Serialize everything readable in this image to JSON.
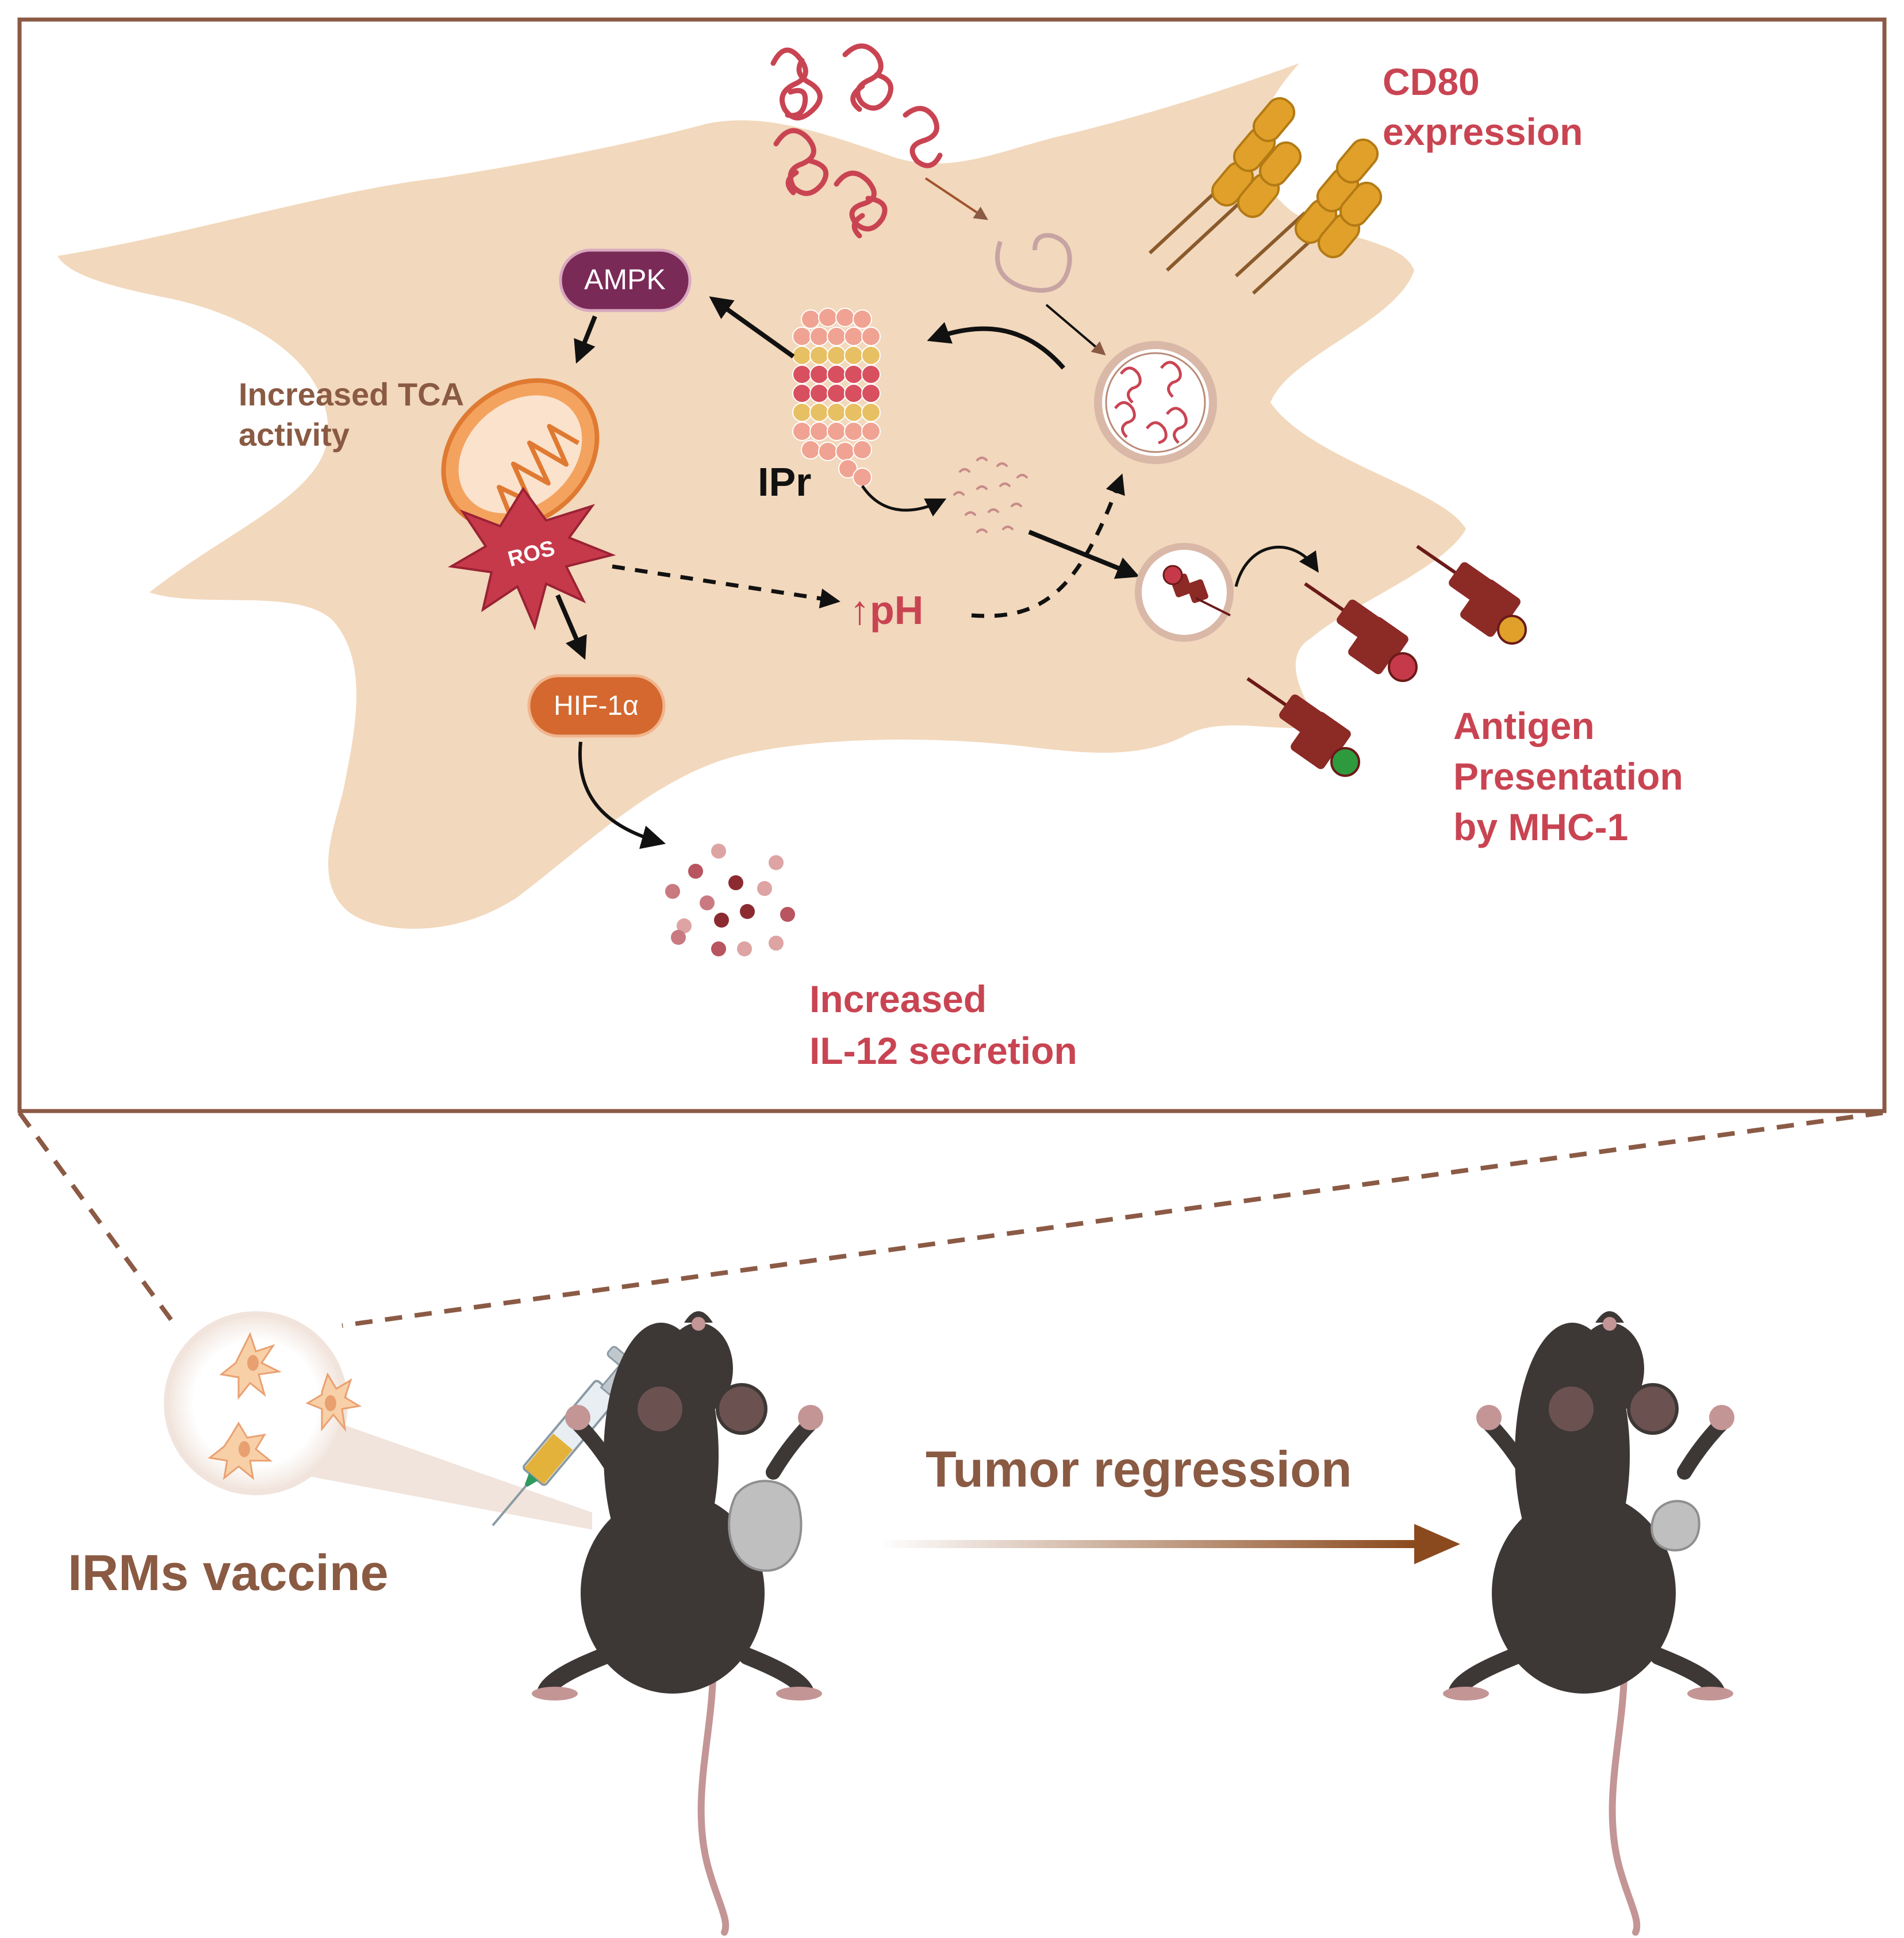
{
  "labels": {
    "cd80_line1": "CD80",
    "cd80_line2": "expression",
    "ampk": "AMPK",
    "tca_line1": "Increased TCA",
    "tca_line2": "activity",
    "ros": "ROS",
    "ipr": "IPr",
    "ph": "↑pH",
    "hif": "HIF-1α",
    "antigen_line1": "Antigen",
    "antigen_line2": "Presentation",
    "antigen_line3": "by MHC-1",
    "il12_line1": "Increased",
    "il12_line2": "IL-12 secretion",
    "vaccine": "IRMs vaccine",
    "regression": "Tumor regression"
  },
  "colors": {
    "frame": "#8b5a45",
    "cell": "#f2d8bc",
    "label_red": "#c94452",
    "label_brown": "#8a5a43",
    "ampk": "#7a2a57",
    "hif": "#d4682f",
    "ros": "#c6394a",
    "mhc": "#8c2a26",
    "cd80": "#e0a02a",
    "mouse": "#3d3836"
  },
  "icons": [
    "mitochondrion-icon",
    "proteasome-icon",
    "ros-burst-icon",
    "endosome-icon",
    "mhc-molecule-icon",
    "cd80-receptor-icon",
    "mouse-icon",
    "syringe-icon",
    "antigen-protein-icon"
  ]
}
